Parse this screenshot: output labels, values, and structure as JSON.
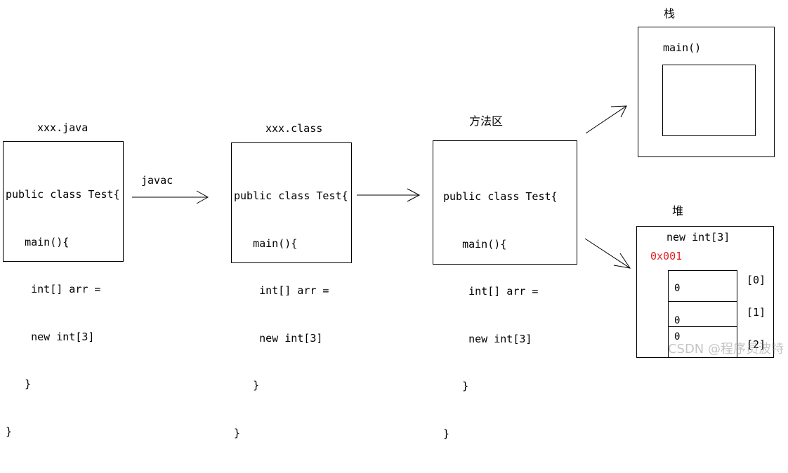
{
  "java_file": {
    "title": "xxx.java",
    "code": [
      "public class Test{",
      "   main(){",
      "    int[] arr =",
      "    new int[3]",
      "   }",
      "}"
    ]
  },
  "compile_step": {
    "label": "javac"
  },
  "class_file": {
    "title": "xxx.class",
    "code": [
      "public class Test{",
      "   main(){",
      "    int[] arr =",
      "    new int[3]",
      "   }",
      "}"
    ]
  },
  "method_area": {
    "title": "方法区",
    "code": [
      "public class Test{",
      "   main(){",
      "    int[] arr =",
      "    new int[3]",
      "   }",
      "}"
    ]
  },
  "stack": {
    "title": "栈",
    "frame_label": "main()"
  },
  "heap": {
    "title": "堆",
    "object_label": "new int[3]",
    "address": "0x001",
    "address_color": "#e02020",
    "cells": [
      {
        "value": "0",
        "index": "[0]"
      },
      {
        "value": "0",
        "index": "[1]"
      },
      {
        "value": "0",
        "index": "[2]"
      }
    ]
  },
  "watermark": "CSDN @程序员波特"
}
